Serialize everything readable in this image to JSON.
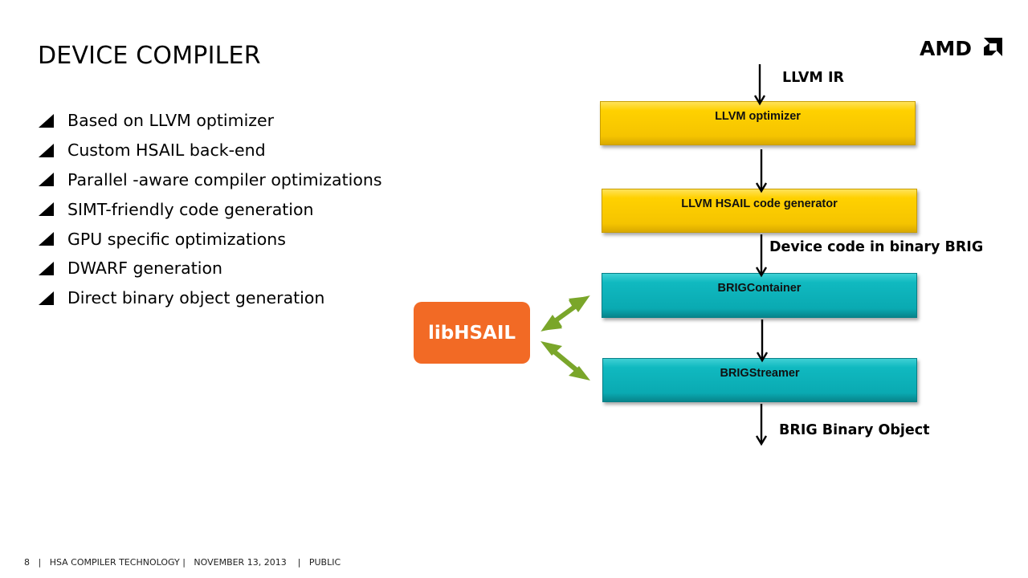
{
  "title": "DEVICE COMPILER",
  "logo_text": "AMD",
  "bullets": [
    "Based on LLVM optimizer",
    "Custom HSAIL back-end",
    "Parallel -aware compiler optimizations",
    "SIMT-friendly code generation",
    "GPU specific optimizations",
    "DWARF generation",
    "Direct binary object generation"
  ],
  "diagram": {
    "input_label": "LLVM IR",
    "boxes": {
      "optimizer": "LLVM optimizer",
      "codegen": "LLVM HSAIL code generator",
      "container": "BRIGContainer",
      "streamer": "BRIGStreamer"
    },
    "device_code_label": "Device code in binary BRIG",
    "output_label": "BRIG Binary Object",
    "library": "libHSAIL"
  },
  "footer": {
    "page": "8",
    "title": "HSA COMPILER TECHNOLOGY",
    "date": "NOVEMBER 13, 2013",
    "classification": "PUBLIC"
  },
  "colors": {
    "box_yellow": "#ffd100",
    "box_teal": "#0aaab2",
    "library": "#f26a25",
    "arrow_green": "#7aa62a"
  }
}
